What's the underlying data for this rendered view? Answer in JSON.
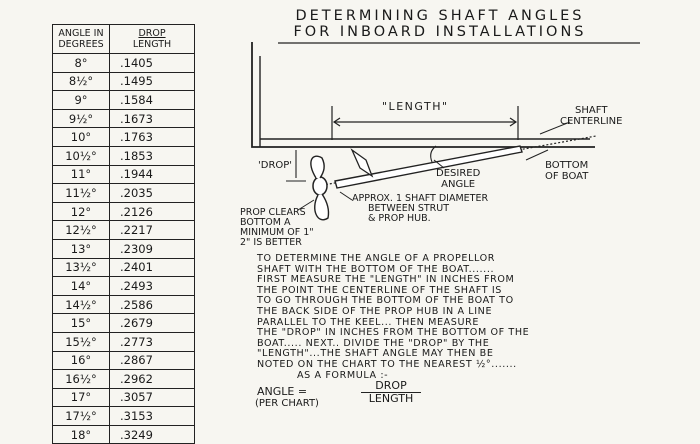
{
  "title": {
    "line1": "DETERMINING SHAFT ANGLES",
    "line2": "FOR INBOARD INSTALLATIONS"
  },
  "table": {
    "col_angle": "ANGLE IN DEGREES",
    "col_drop_top": "DROP",
    "col_drop_bottom": "LENGTH",
    "rows": [
      {
        "deg": "8°",
        "val": ".1405"
      },
      {
        "deg": "8½°",
        "val": ".1495"
      },
      {
        "deg": "9°",
        "val": ".1584"
      },
      {
        "deg": "9½°",
        "val": ".1673"
      },
      {
        "deg": "10°",
        "val": ".1763"
      },
      {
        "deg": "10½°",
        "val": ".1853"
      },
      {
        "deg": "11°",
        "val": ".1944"
      },
      {
        "deg": "11½°",
        "val": ".2035"
      },
      {
        "deg": "12°",
        "val": ".2126"
      },
      {
        "deg": "12½°",
        "val": ".2217"
      },
      {
        "deg": "13°",
        "val": ".2309"
      },
      {
        "deg": "13½°",
        "val": ".2401"
      },
      {
        "deg": "14°",
        "val": ".2493"
      },
      {
        "deg": "14½°",
        "val": ".2586"
      },
      {
        "deg": "15°",
        "val": ".2679"
      },
      {
        "deg": "15½°",
        "val": ".2773"
      },
      {
        "deg": "16°",
        "val": ".2867"
      },
      {
        "deg": "16½°",
        "val": ".2962"
      },
      {
        "deg": "17°",
        "val": ".3057"
      },
      {
        "deg": "17½°",
        "val": ".3153"
      },
      {
        "deg": "18°",
        "val": ".3249"
      }
    ]
  },
  "diagram": {
    "length_label": "\"LENGTH\"",
    "drop_label": "'DROP'",
    "shaft_centerline": [
      "SHAFT",
      "CENTERLINE"
    ],
    "bottom_of_boat": [
      "BOTTOM",
      "OF BOAT"
    ],
    "desired_angle": [
      "DESIRED",
      "ANGLE"
    ],
    "approx": [
      "APPROX. 1 SHAFT DIAMETER",
      "BETWEEN STRUT",
      "& PROP HUB."
    ],
    "prop_clears": [
      "PROP CLEARS",
      "BOTTOM A",
      "MINIMUM OF 1\"",
      "2\" IS BETTER"
    ]
  },
  "explanation": [
    "TO DETERMINE THE ANGLE OF A PROPELLOR",
    "SHAFT WITH THE BOTTOM OF THE BOAT.......",
    "FIRST MEASURE THE \"LENGTH\" IN INCHES FROM",
    "THE POINT THE CENTERLINE OF THE SHAFT IS",
    "TO GO THROUGH THE BOTTOM OF THE BOAT TO",
    "THE BACK SIDE OF THE PROP HUB IN A LINE",
    "PARALLEL TO THE KEEL... THEN MEASURE",
    "THE \"DROP\" IN INCHES FROM THE BOTTOM OF THE",
    "BOAT..... NEXT.. DIVIDE THE \"DROP\" BY THE",
    "\"LENGTH\"...THE SHAFT ANGLE MAY THEN BE",
    "NOTED ON THE CHART TO THE NEAREST ½°.......",
    "AS A FORMULA :-"
  ],
  "formula": {
    "lhs": "ANGLE =",
    "lhs_note": "(PER CHART)",
    "numerator": "DROP",
    "denominator": "LENGTH"
  }
}
